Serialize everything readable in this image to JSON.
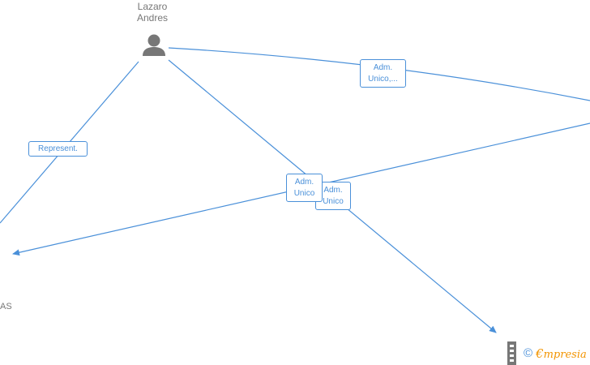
{
  "colors": {
    "edge": "#4a90d9",
    "person_icon": "#777777",
    "brand": "#f29400"
  },
  "nodes": {
    "person": {
      "name_line1": "Lazaro",
      "name_line2": "Andres",
      "icon": "person-icon"
    },
    "left_company": {
      "label_fragment": "AS"
    },
    "bottom_company": {
      "icon": "building-icon"
    }
  },
  "edges": {
    "represent": {
      "label": "Represent."
    },
    "adm_unico_top": {
      "line1": "Adm.",
      "line2": "Unico,..."
    },
    "adm_unico_center_a": {
      "line1": "Adm.",
      "line2": "Unico"
    },
    "adm_unico_center_b": {
      "line1": "Adm.",
      "line2": "Unico"
    }
  },
  "watermark": {
    "copyright": "©",
    "brand_initial": "€",
    "brand_rest": "mpresia"
  }
}
